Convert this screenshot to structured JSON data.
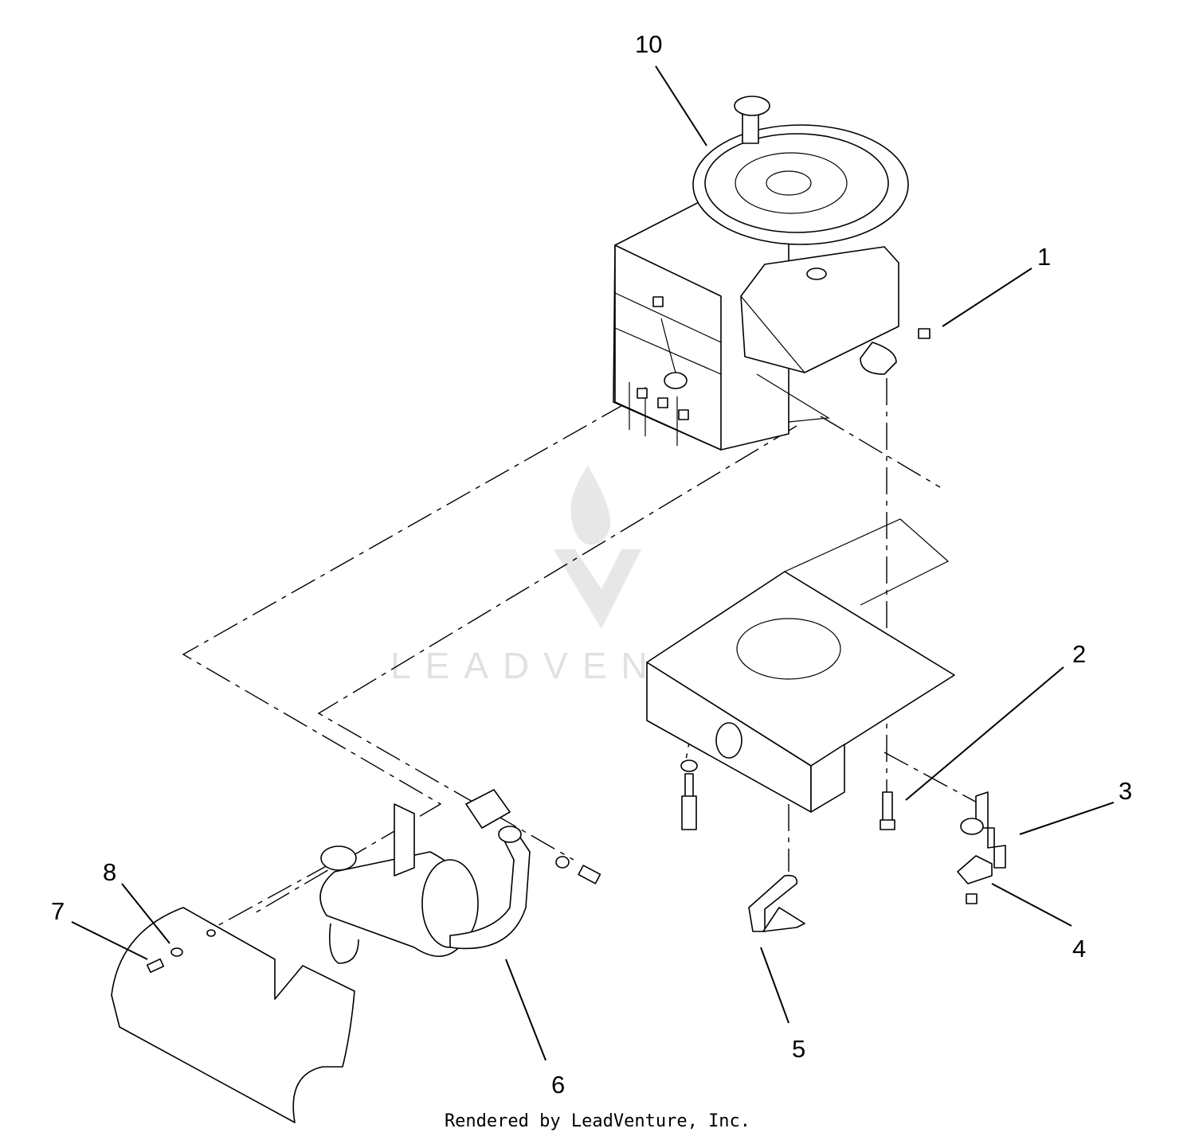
{
  "callouts": [
    {
      "label": "10"
    },
    {
      "label": "1"
    },
    {
      "label": "2"
    },
    {
      "label": "3"
    },
    {
      "label": "4"
    },
    {
      "label": "5"
    },
    {
      "label": "6"
    },
    {
      "label": "7"
    },
    {
      "label": "8"
    }
  ],
  "watermark": {
    "text": "LEADVENTURE"
  },
  "credit": {
    "text": "Rendered by LeadVenture, Inc."
  },
  "colors": {
    "line": "#000000",
    "background": "#ffffff",
    "watermark": "#c9c9c9"
  }
}
